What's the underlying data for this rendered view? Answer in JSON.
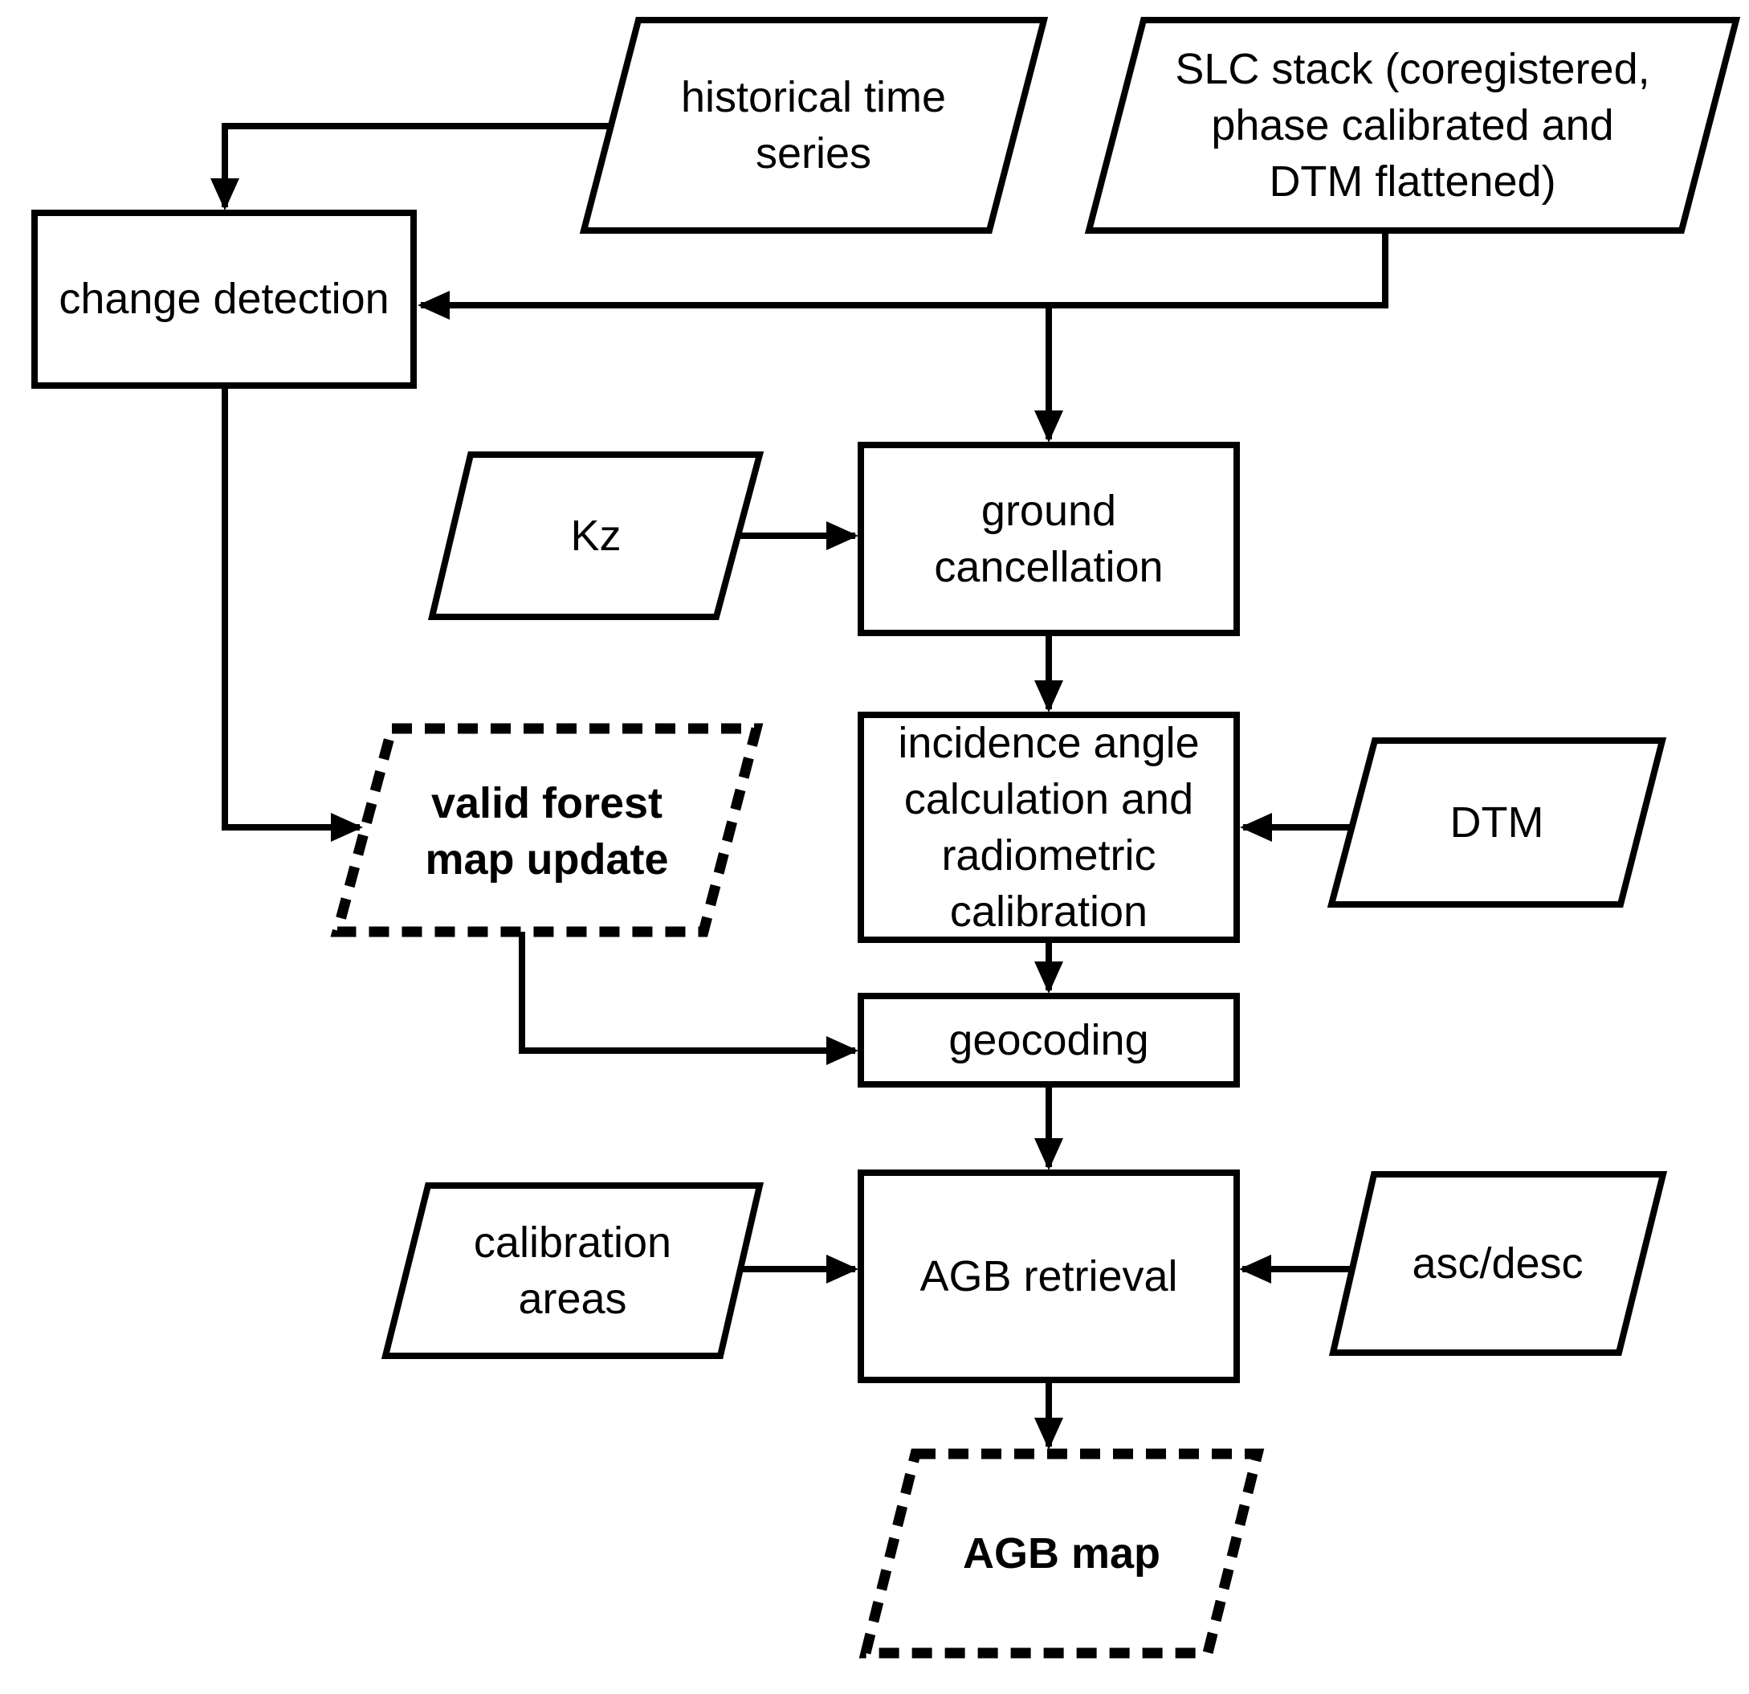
{
  "diagram": {
    "colors": {
      "background": "#ffffff",
      "line": "#000000",
      "highlight_fill": "#dde7f2"
    },
    "nodes": {
      "historical_time_series": {
        "shape": "parallelogram",
        "lines": [
          "historical time",
          "series"
        ]
      },
      "slc_stack": {
        "shape": "parallelogram",
        "lines": [
          "SLC stack (coregistered,",
          "phase calibrated and",
          "DTM flattened)"
        ]
      },
      "change_detection": {
        "shape": "rectangle",
        "lines": [
          "change detection"
        ]
      },
      "kz": {
        "shape": "parallelogram",
        "lines": [
          "Kz"
        ]
      },
      "ground_cancellation": {
        "shape": "rectangle",
        "lines": [
          "ground",
          "cancellation"
        ]
      },
      "valid_forest_map_update": {
        "shape": "parallelogram-dashed",
        "bold": true,
        "lines": [
          "valid forest",
          "map update"
        ]
      },
      "incidence_angle": {
        "shape": "rectangle",
        "lines": [
          "incidence angle",
          "calculation and",
          "radiometric",
          "calibration"
        ]
      },
      "dtm": {
        "shape": "parallelogram",
        "lines": [
          "DTM"
        ]
      },
      "geocoding": {
        "shape": "rectangle",
        "lines": [
          "geocoding"
        ]
      },
      "calibration_areas": {
        "shape": "parallelogram",
        "lines": [
          "calibration",
          "areas"
        ]
      },
      "agb_retrieval": {
        "shape": "rectangle",
        "lines": [
          "AGB retrieval"
        ]
      },
      "asc_desc": {
        "shape": "parallelogram",
        "lines": [
          "asc/desc"
        ]
      },
      "agb_map": {
        "shape": "parallelogram-dashed",
        "bold": true,
        "lines": [
          "AGB map"
        ]
      }
    },
    "edges": [
      {
        "from": "historical_time_series",
        "to": "change_detection"
      },
      {
        "from": "slc_stack",
        "to": "change_detection"
      },
      {
        "from": "slc_stack",
        "to": "ground_cancellation"
      },
      {
        "from": "kz",
        "to": "ground_cancellation"
      },
      {
        "from": "change_detection",
        "to": "valid_forest_map_update"
      },
      {
        "from": "ground_cancellation",
        "to": "incidence_angle"
      },
      {
        "from": "dtm",
        "to": "incidence_angle"
      },
      {
        "from": "incidence_angle",
        "to": "geocoding"
      },
      {
        "from": "valid_forest_map_update",
        "to": "geocoding"
      },
      {
        "from": "geocoding",
        "to": "agb_retrieval"
      },
      {
        "from": "calibration_areas",
        "to": "agb_retrieval"
      },
      {
        "from": "asc_desc",
        "to": "agb_retrieval"
      },
      {
        "from": "agb_retrieval",
        "to": "agb_map"
      }
    ]
  }
}
